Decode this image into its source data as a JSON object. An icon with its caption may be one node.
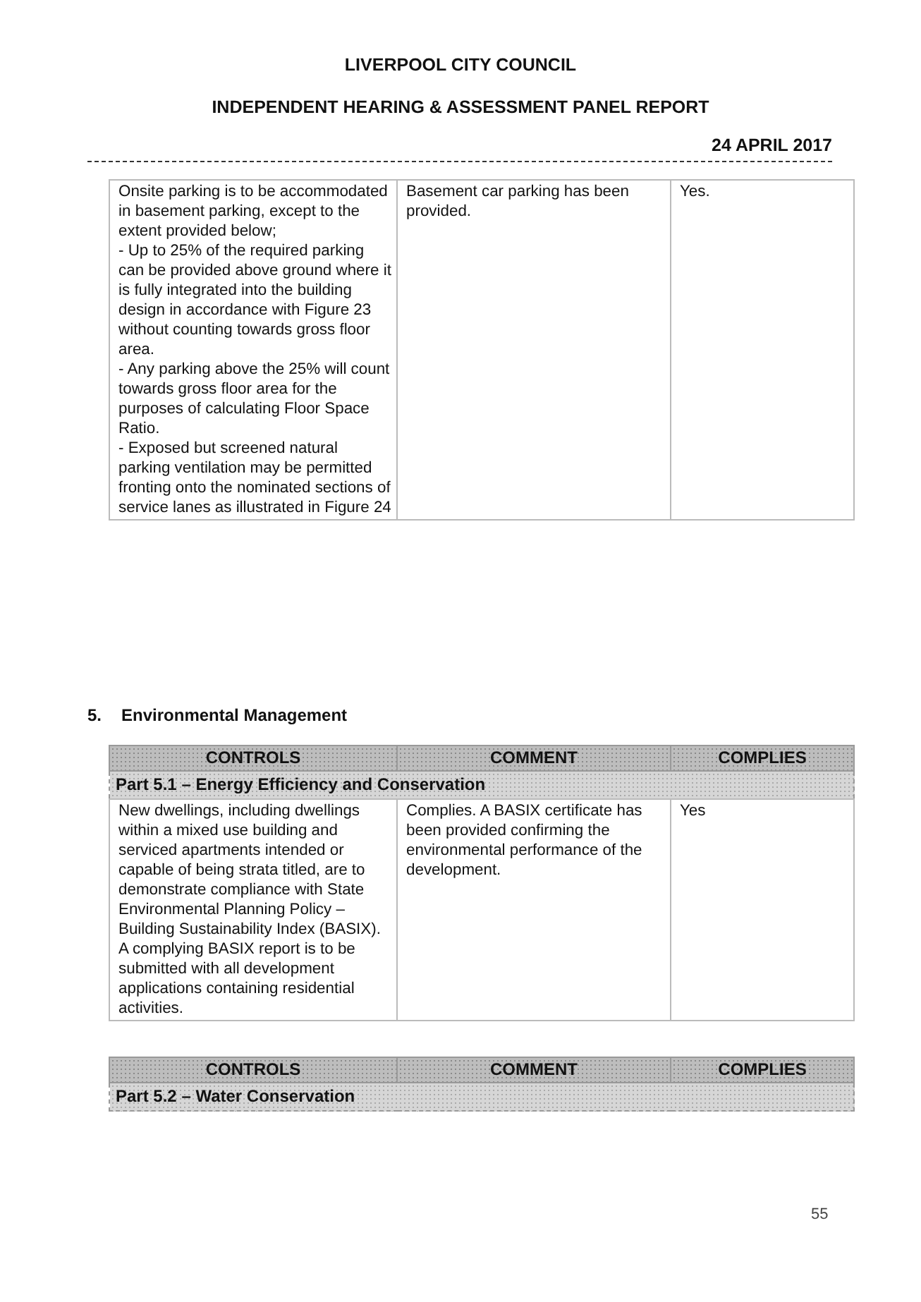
{
  "diagram": {
    "title": "LIVERPOOL CITY COUNCIL",
    "labels": [
      "INDEPENDENT HEARING & ASSESSMENT PANEL REPORT",
      "24 APRIL 2017",
      "Onsite parking is to be accommodated in basement parking, except to the extent provided below;",
      "- Up to 25% of the required parking can be provided above ground where it is fully integrated into the building design in accordance with Figure 23 without counting towards gross floor area.",
      "- Any parking above the 25% will count towards gross floor area for the purposes of calculating Floor Space Ratio.",
      "- Exposed but screened natural parking ventilation may be permitted fronting onto the nominated sections of service lanes as illustrated in Figure 24",
      "Basement car parking has been provided.",
      "Yes.",
      "5.",
      "Environmental Management",
      "CONTROLS",
      "COMMENT",
      "COMPLIES",
      "Part 5.1 – Energy Efficiency and Conservation",
      "New dwellings, including dwellings within a mixed use building and serviced apartments intended or capable of being strata titled, are to demonstrate compliance with State Environmental Planning Policy – Building Sustainability Index (BASIX). A complying BASIX report is to be submitted with all development applications containing residential activities.",
      "Complies. A BASIX certificate has been provided confirming the environmental performance of the development.",
      "Yes",
      "CONTROLS",
      "COMMENT",
      "COMPLIES",
      "Part 5.2 – Water Conservation",
      "55"
    ]
  }
}
